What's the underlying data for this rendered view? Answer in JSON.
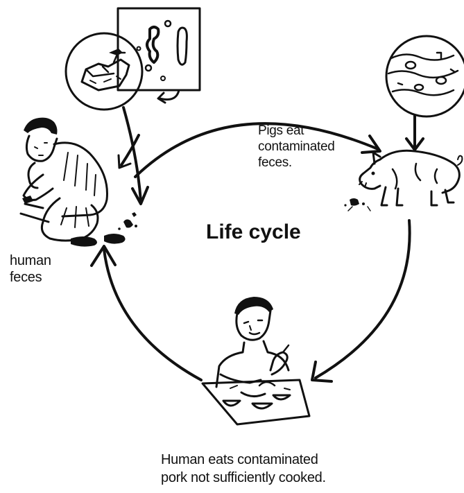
{
  "diagram": {
    "title": "Life cycle",
    "labels": {
      "pigs_eat": [
        "Pigs eat",
        "contaminated",
        "feces."
      ],
      "human_feces": [
        "human",
        "feces"
      ],
      "human_eats": [
        "Human eats contaminated",
        "pork not sufficiently cooked."
      ]
    }
  },
  "colors": {
    "ink": "#111111",
    "background": "#ffffff"
  }
}
